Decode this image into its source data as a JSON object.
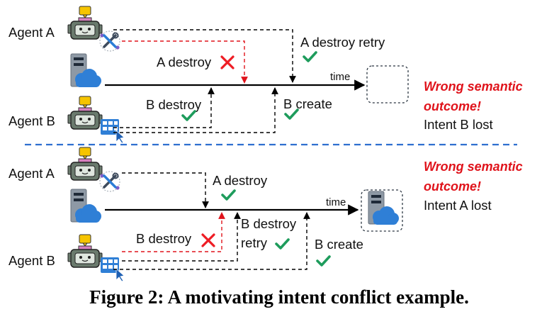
{
  "caption": "Figure 2: A motivating intent conflict example.",
  "colors": {
    "check": "#1e9c5c",
    "cross": "#ee1c24",
    "warning": "#e0131b",
    "separator": "#2e6fcf",
    "cloud": "#2f7fd6",
    "server": "#8e99a5",
    "robot_head": "#69786c",
    "antenna": "#f6c400",
    "antenna_bar": "#d77fbf"
  },
  "icons": [
    "robot-agent-icon",
    "tools-icon",
    "server-cloud-icon",
    "deploy-grid-icon",
    "check-icon",
    "cross-icon"
  ],
  "top": {
    "agent_a": "Agent A",
    "agent_b": "Agent B",
    "a_destroy": "A destroy",
    "a_destroy_retry": "A destroy retry",
    "b_destroy": "B destroy",
    "b_create": "B create",
    "time": "time",
    "wrong_line1": "Wrong semantic",
    "wrong_line2": "outcome!",
    "intent_lost": "Intent B lost"
  },
  "bottom": {
    "agent_a": "Agent A",
    "agent_b": "Agent B",
    "a_destroy": "A destroy",
    "b_destroy": "B destroy",
    "b_destroy_retry_1": "B destroy",
    "b_destroy_retry_2": "retry",
    "b_create": "B create",
    "time": "time",
    "wrong_line1": "Wrong semantic",
    "wrong_line2": "outcome!",
    "intent_lost": "Intent A lost"
  }
}
